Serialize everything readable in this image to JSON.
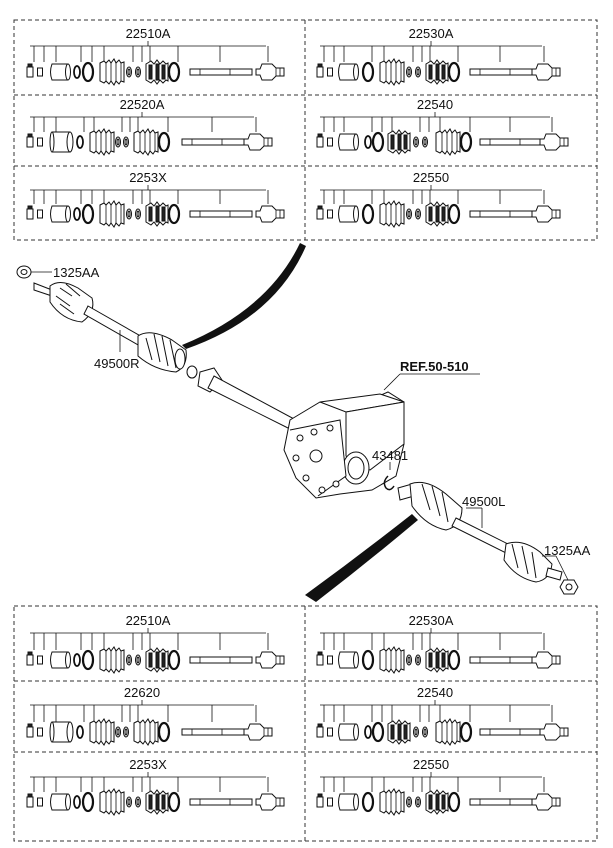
{
  "top_kits": [
    {
      "label": "22510A",
      "variant": 0
    },
    {
      "label": "22530A",
      "variant": 1
    },
    {
      "label": "22520A",
      "variant": 2
    },
    {
      "label": "22540",
      "variant": 3
    },
    {
      "label": "2253X",
      "variant": 0
    },
    {
      "label": "22550",
      "variant": 1
    }
  ],
  "bottom_kits": [
    {
      "label": "22510A",
      "variant": 0
    },
    {
      "label": "22530A",
      "variant": 1
    },
    {
      "label": "22620",
      "variant": 2
    },
    {
      "label": "22540",
      "variant": 3
    },
    {
      "label": "2253X",
      "variant": 0
    },
    {
      "label": "22550",
      "variant": 1
    }
  ],
  "callouts": {
    "nut_top": "1325AA",
    "shaft_right": "49500R",
    "ref": "REF.50-510",
    "clip": "43481",
    "shaft_left": "49500L",
    "nut_bottom": "1325AA"
  }
}
